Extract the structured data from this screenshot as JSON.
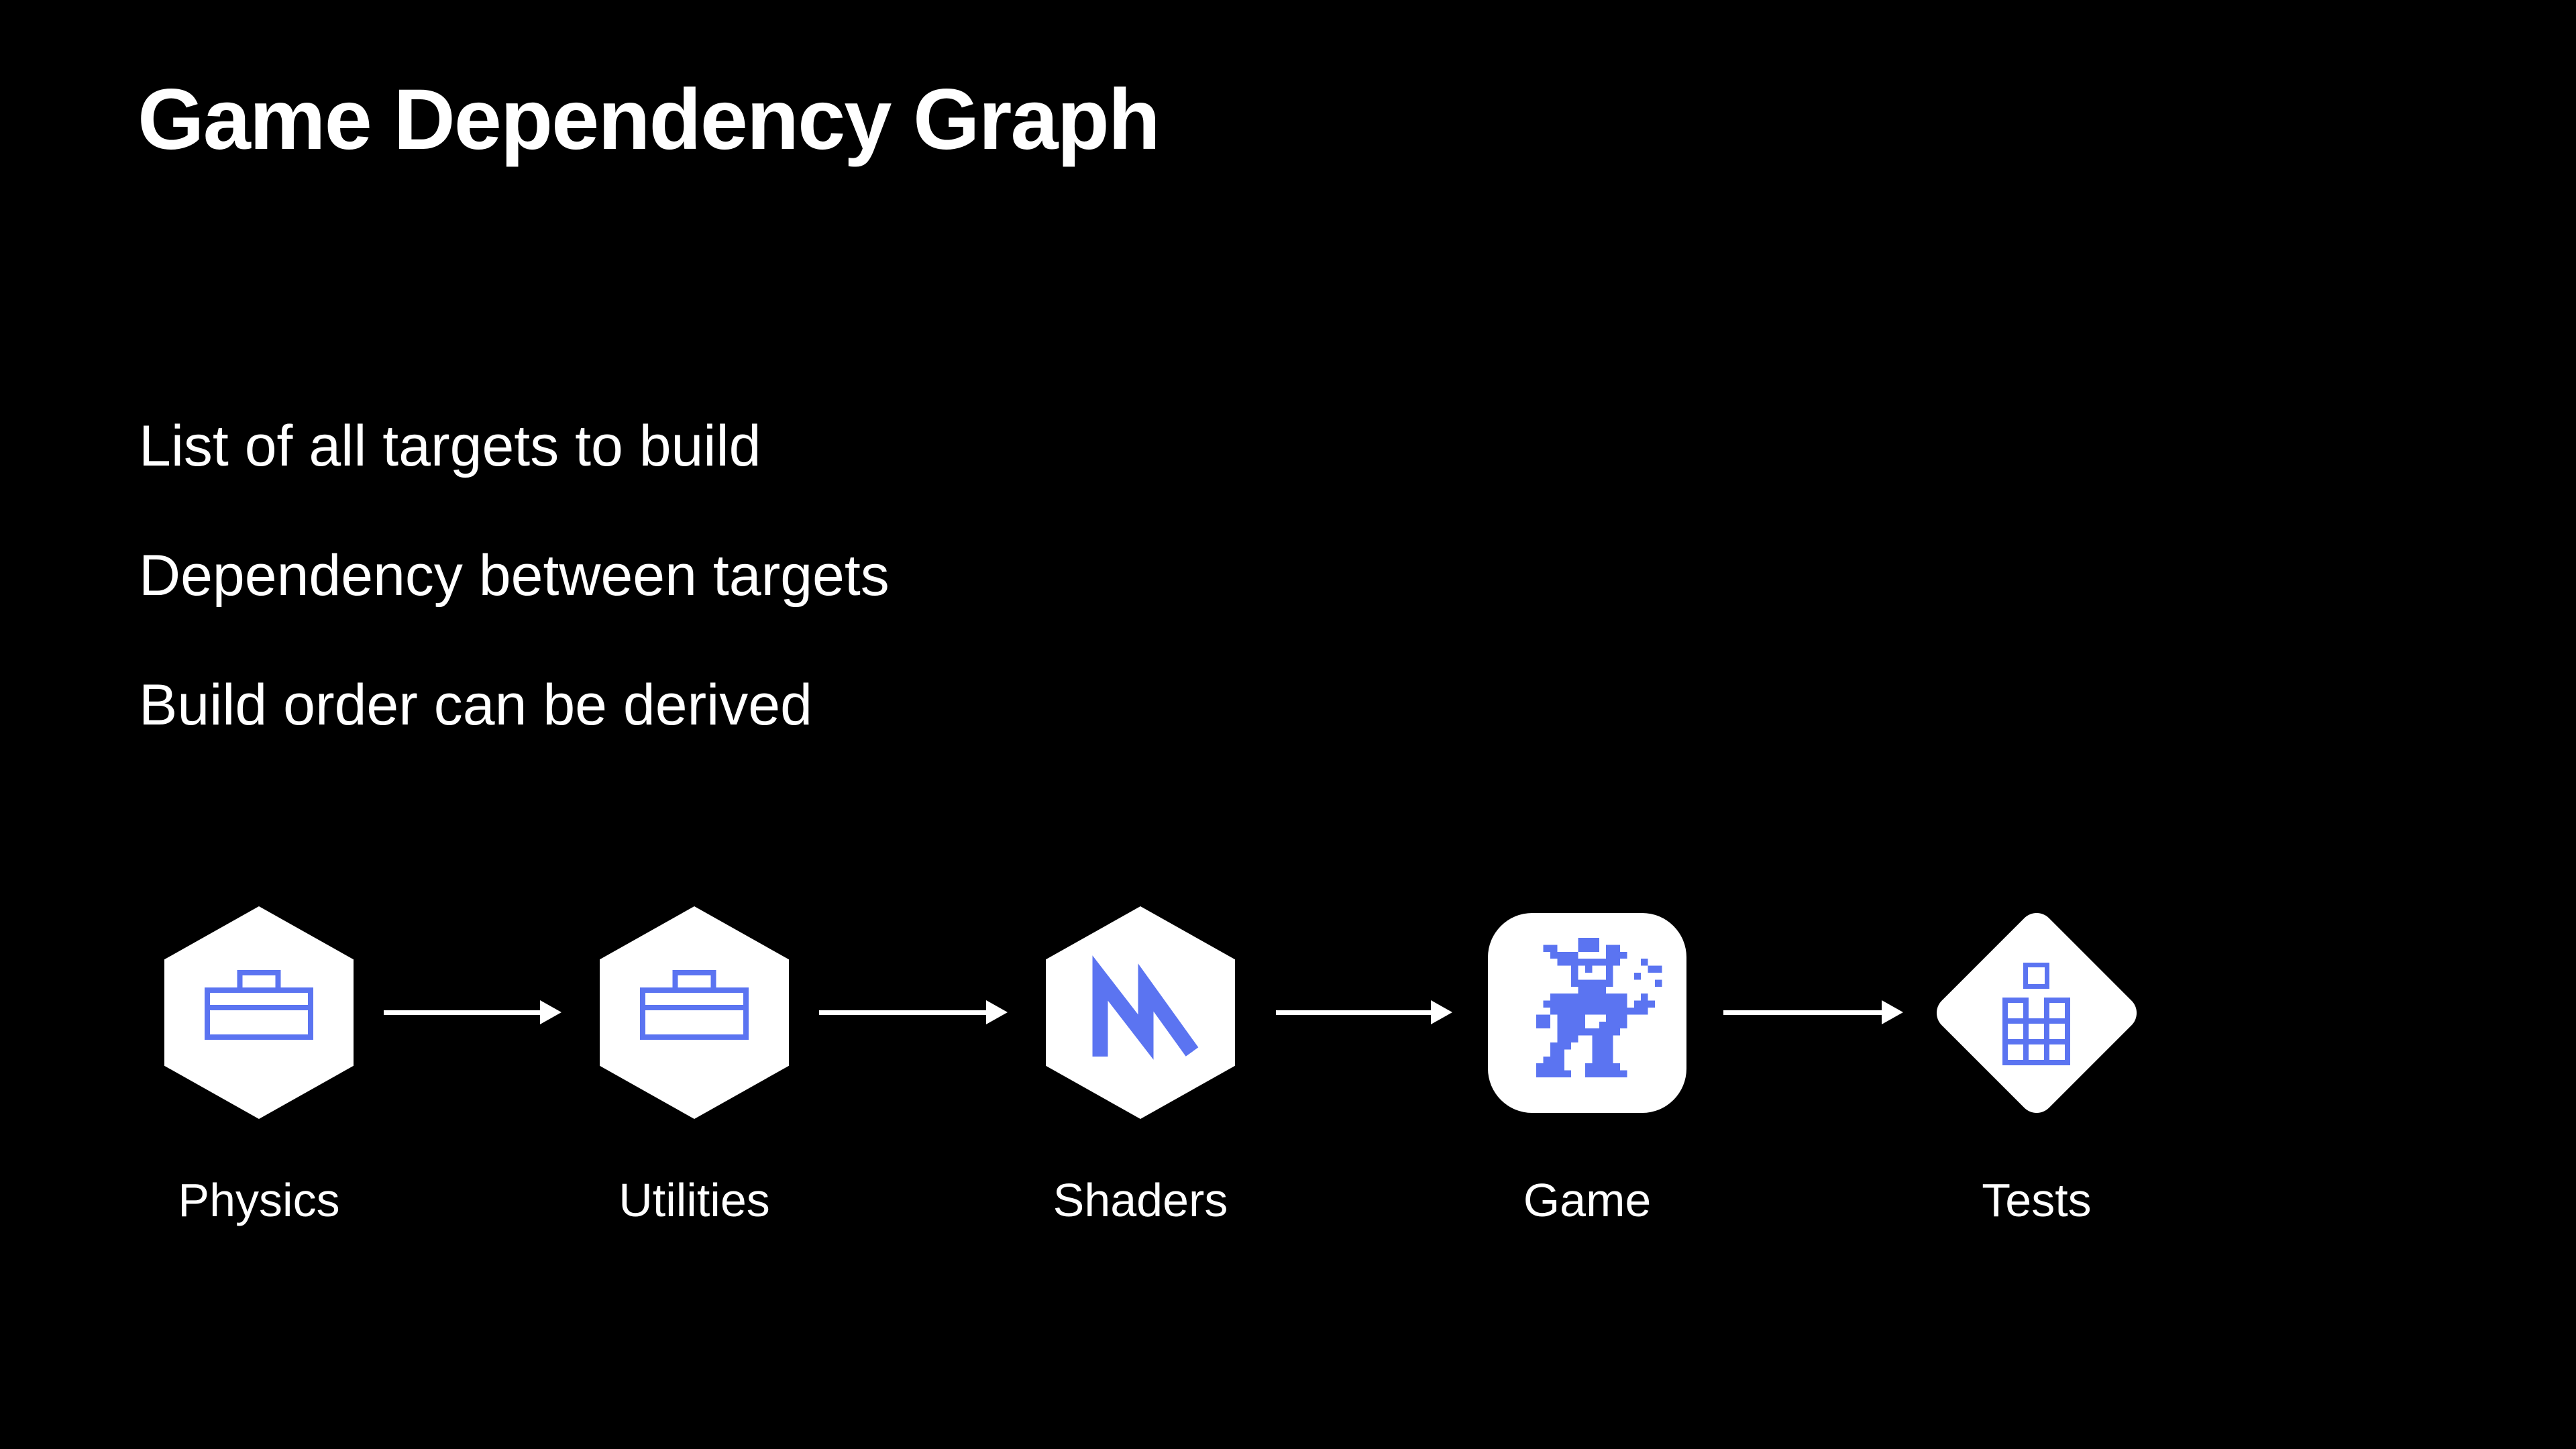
{
  "slide": {
    "title": "Game Dependency Graph",
    "bullets": [
      "List of all targets to build",
      "Dependency between targets",
      "Build order can be derived"
    ]
  },
  "colors": {
    "background": "#000000",
    "accent_blue": "#5B74F1",
    "node_fill": "#FFFFFF",
    "text": "#FFFFFF",
    "arrow": "#FFFFFF"
  },
  "graph": {
    "nodes": [
      {
        "id": "physics",
        "label": "Physics",
        "shape": "hexagon",
        "icon": "briefcase-icon"
      },
      {
        "id": "utilities",
        "label": "Utilities",
        "shape": "hexagon",
        "icon": "briefcase-icon"
      },
      {
        "id": "shaders",
        "label": "Shaders",
        "shape": "hexagon",
        "icon": "metal-m-icon"
      },
      {
        "id": "game",
        "label": "Game",
        "shape": "rounded-square",
        "icon": "pixel-hero-icon"
      },
      {
        "id": "tests",
        "label": "Tests",
        "shape": "diamond",
        "icon": "test-blocks-icon"
      }
    ],
    "edges": [
      {
        "from": "physics",
        "to": "utilities"
      },
      {
        "from": "utilities",
        "to": "shaders"
      },
      {
        "from": "shaders",
        "to": "game"
      },
      {
        "from": "game",
        "to": "tests"
      }
    ],
    "pixel_hero_sprite": [
      "......XXX..........",
      ".XX...XXX.XX.......",
      "..XXXX....XXX......",
      "...XXXXXXXXX...X...",
      ".....X.X..X.....XX.",
      ".....X....X...X....",
      ".....XXXXXX......X.",
      "......XXXX.........",
      "..XXXXXXXXXXX..X...",
      ".XXXXXXXXXXXX.XXX..",
      "..XXXXXXXXXXXXXX...",
      "XX.XXXX...XXX......",
      "XX.XXXX..XXXX......",
      "...XXXXXXXXX.......",
      "...XXX..XXX........",
      "..XXX...XXX........",
      "..XX....XXX........",
      ".XXX....XXX........",
      "XXXX...XXXXX.......",
      "XXXXX..XXXXXX......"
    ]
  }
}
